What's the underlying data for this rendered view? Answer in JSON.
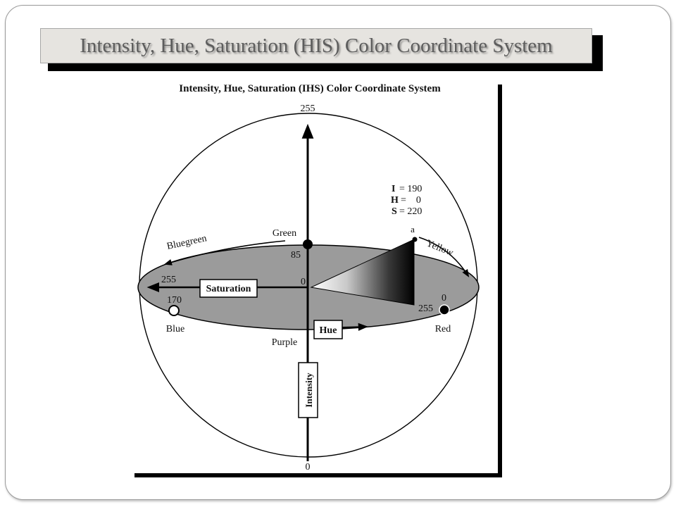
{
  "slide": {
    "title": "Intensity, Hue, Saturation (HIS) Color Coordinate System"
  },
  "diagram": {
    "heading": "Intensity, Hue, Saturation (IHS) Color Coordinate System",
    "intensity_axis": {
      "top_value": "255",
      "bottom_value": "0",
      "label": "Intensity"
    },
    "saturation_axis": {
      "max_value": "255",
      "origin_value": "0",
      "label": "Saturation"
    },
    "hue_label": "Hue",
    "colors": {
      "green": {
        "name": "Green",
        "value": "85"
      },
      "blue": {
        "name": "Blue",
        "value": "170"
      },
      "red": {
        "name": "Red",
        "value": "0"
      },
      "bluegreen": "Bluegreen",
      "yellow": "Yellow",
      "purple": "Purple"
    },
    "point": {
      "label": "a",
      "i_label": "I",
      "i_value": "= 190",
      "h_label": "H",
      "h_value": "=    0",
      "s_label": "S",
      "s_value": "= 220",
      "saturation_value": "255"
    },
    "style": {
      "disk_fill": "#9b9b9b",
      "title_box_fill": "#e6e4e0",
      "title_text_color": "#5d5d5d"
    }
  }
}
